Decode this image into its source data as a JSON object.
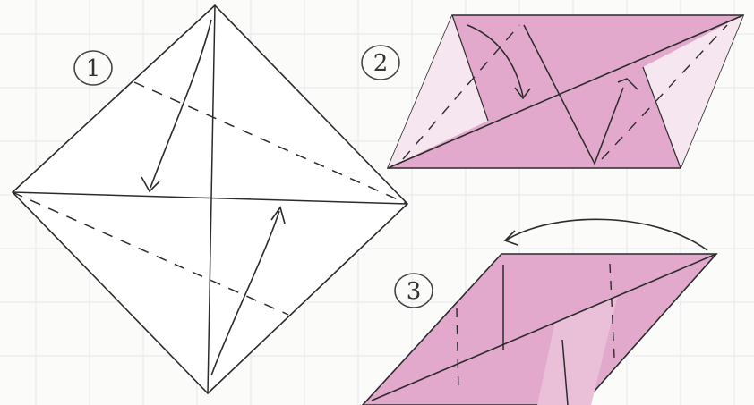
{
  "steps": [
    {
      "number": "1"
    },
    {
      "number": "2"
    },
    {
      "number": "3"
    }
  ],
  "colors": {
    "paper_pink": "#e3a9cc",
    "paper_pink_light": "#efcfe2",
    "paper_white": "#fdfcfd",
    "line": "#2b2b2b",
    "grid": "#e4e7ea",
    "background": "#fbfbfa"
  }
}
